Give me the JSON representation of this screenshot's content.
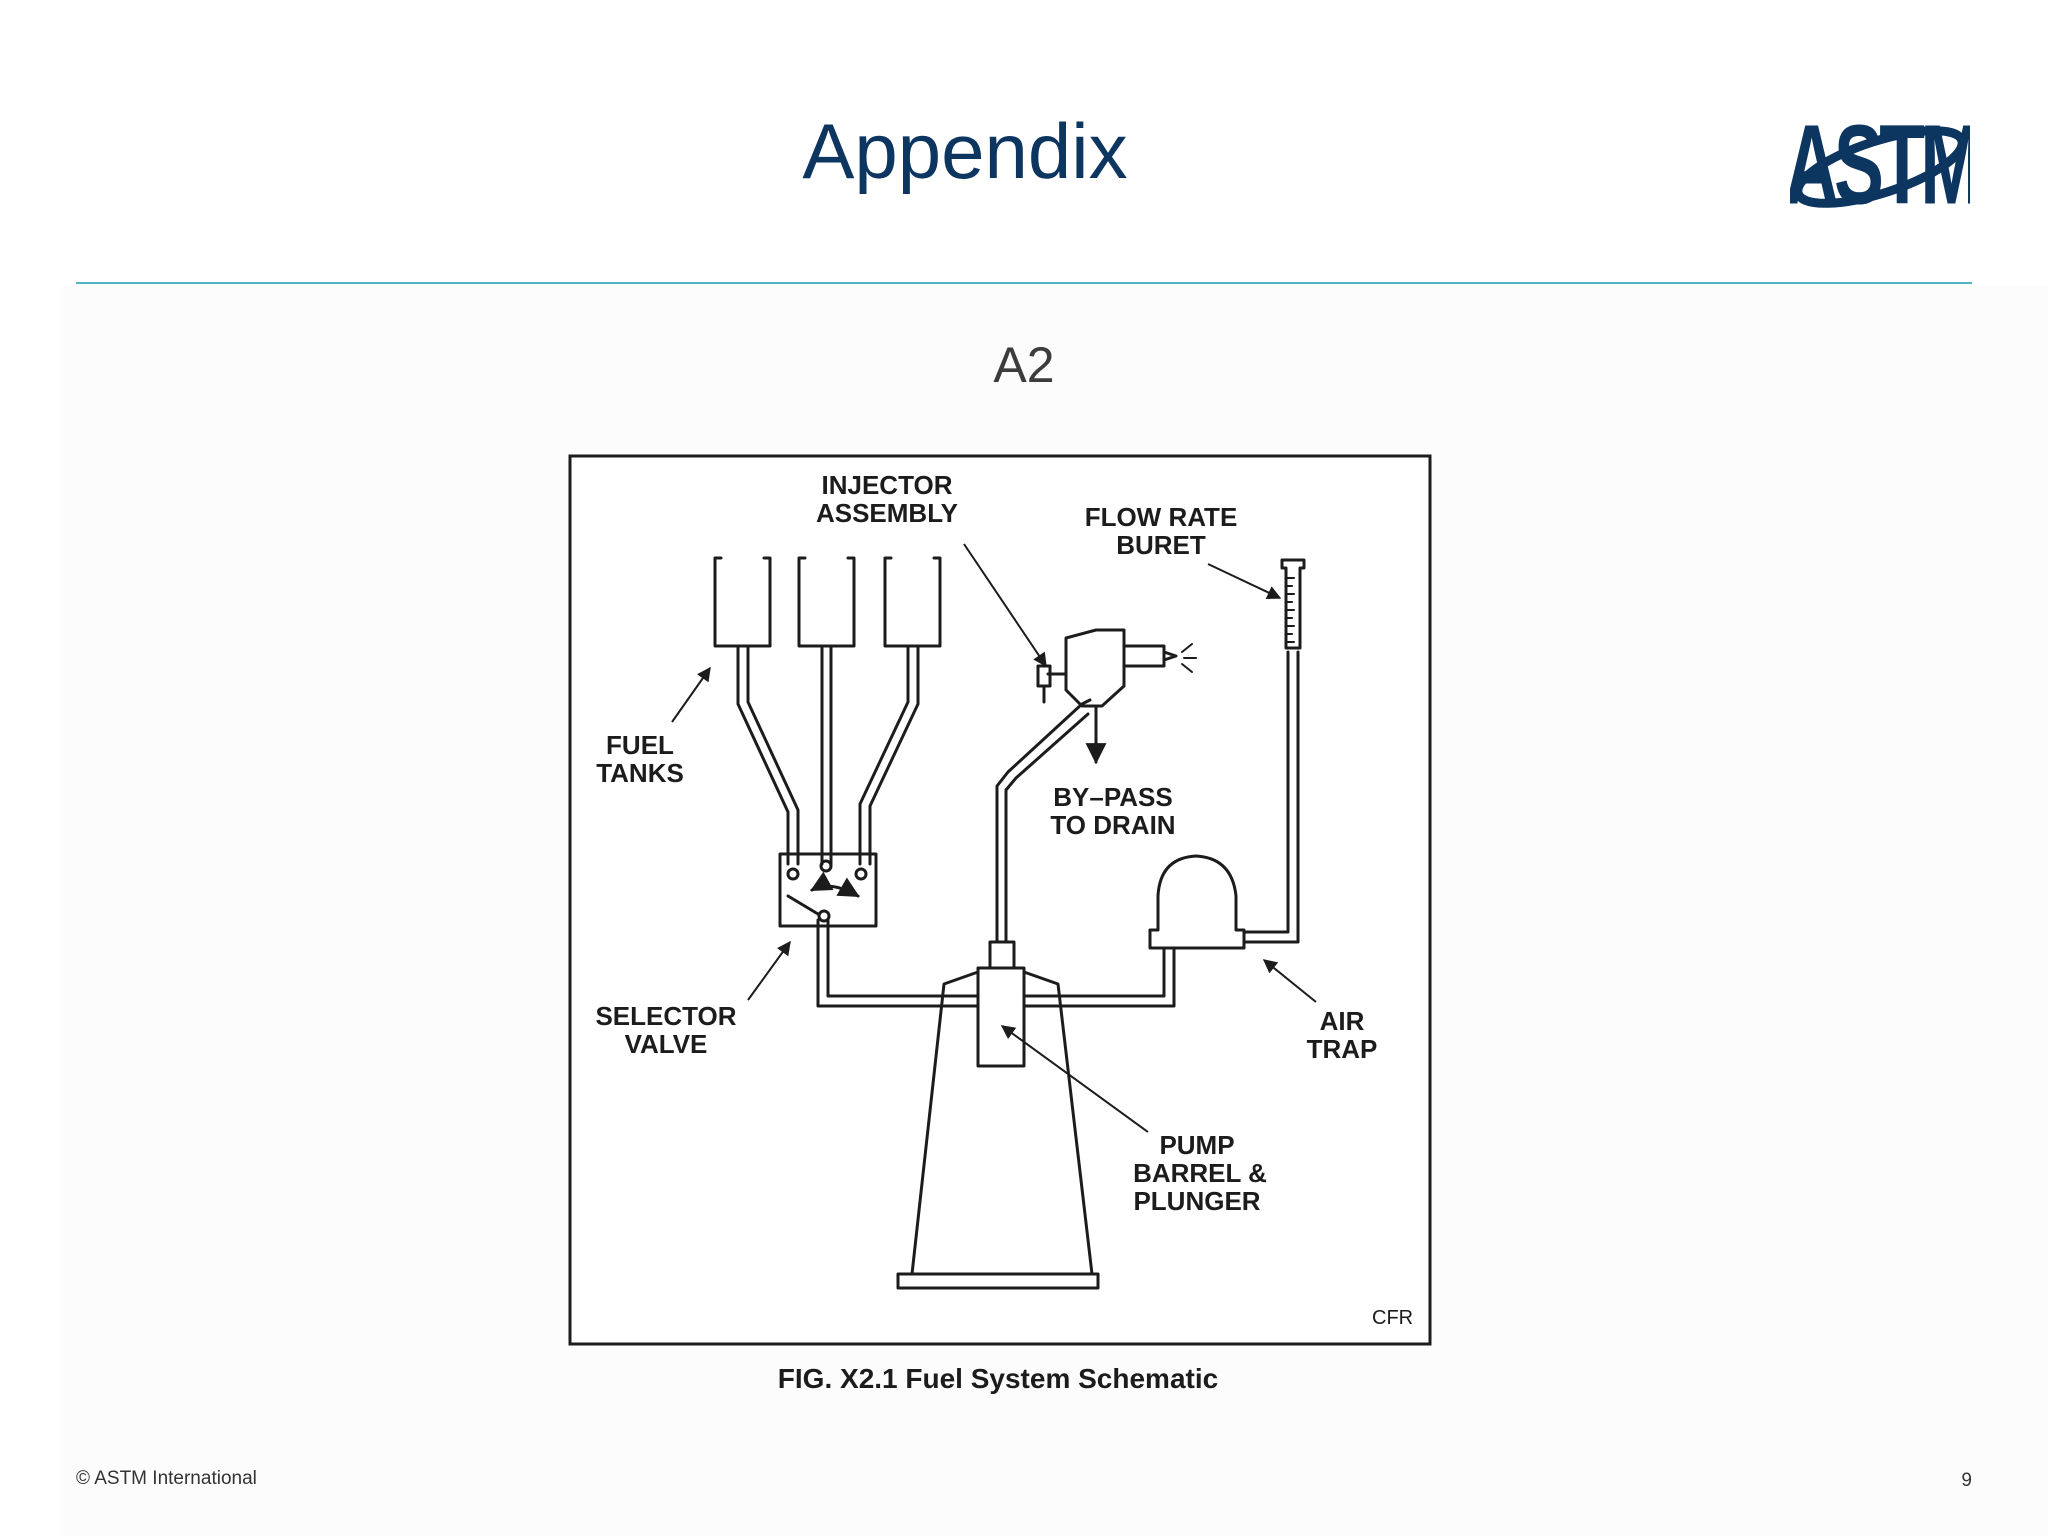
{
  "slide": {
    "title": "Appendix",
    "subtitle": "A2",
    "footer": "© ASTM International",
    "page_number": "9"
  },
  "logo": {
    "text": "ASTM",
    "color": "#0c3560"
  },
  "figure": {
    "labels": {
      "injector_1": "INJECTOR",
      "injector_2": "ASSEMBLY",
      "flow_1": "FLOW RATE",
      "flow_2": "BURET",
      "fuel_1": "FUEL",
      "fuel_2": "TANKS",
      "bypass_1": "BY–PASS",
      "bypass_2": "TO DRAIN",
      "selector_1": "SELECTOR",
      "selector_2": "VALVE",
      "air_1": "AIR",
      "air_2": "TRAP",
      "pump_1": "PUMP",
      "pump_2": "BARREL &",
      "pump_3": "PLUNGER",
      "credit": "CFR"
    },
    "caption": "FIG. X2.1 Fuel System Schematic"
  },
  "colors": {
    "title": "#0c3560",
    "rule": "#4fb3c4",
    "line_art": "#1c1c1c"
  }
}
